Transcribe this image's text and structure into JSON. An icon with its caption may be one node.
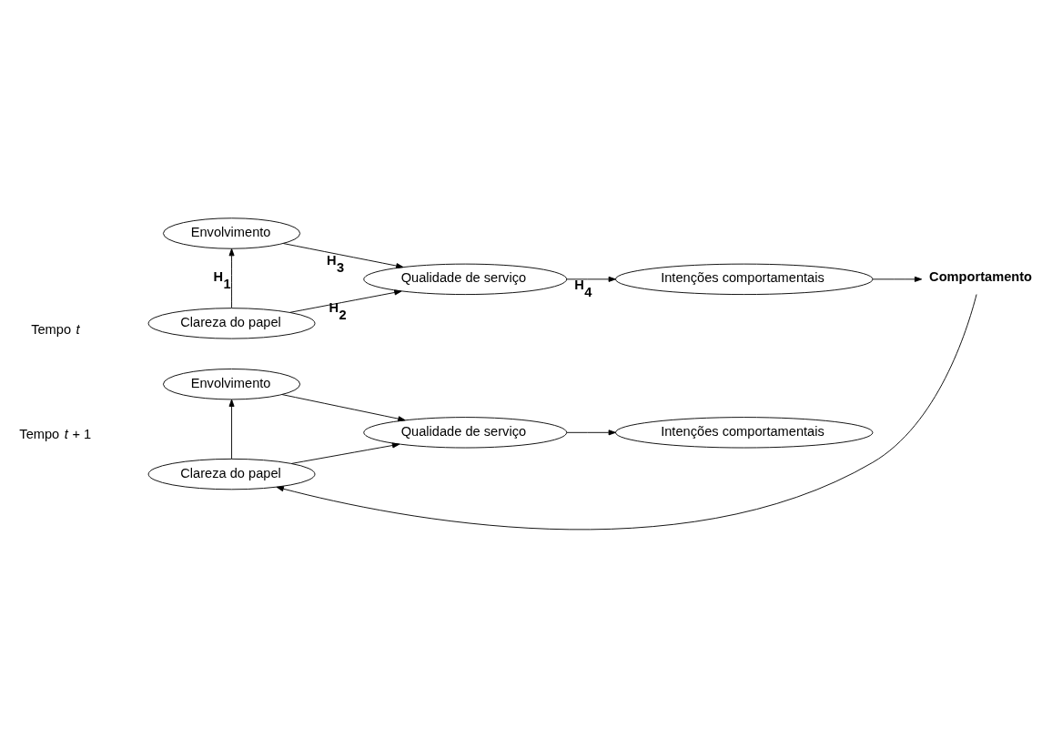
{
  "diagram": {
    "nodes": [
      {
        "text": [
          "Envolvimento"
        ]
      },
      {
        "text": [
          "Qualidade de serviço"
        ]
      },
      {
        "text": [
          "Intenções comportamentais"
        ]
      },
      {
        "text": [
          "Clareza do papel"
        ]
      },
      {
        "text": [
          "Envolvimento"
        ]
      },
      {
        "text": [
          "Qualidade de serviço"
        ]
      },
      {
        "text": [
          "Intenções comportamentais"
        ]
      },
      {
        "text": [
          "Clareza do papel"
        ]
      },
      {
        "text": [
          "Comportamento"
        ]
      }
    ],
    "edges": [
      {
        "from": 3,
        "to": 0,
        "arrow": "to",
        "label": "H$_{1}$"
      },
      {
        "from": 3,
        "to": 1,
        "arrow": "to",
        "label": "H$_{2}$"
      },
      {
        "from": 0,
        "to": 1,
        "arrow": "to",
        "label": "H$_{3}$"
      },
      {
        "from": 1,
        "to": 2,
        "arrow": "to",
        "label": "H$_{4}$"
      },
      {
        "from": 7,
        "to": 4,
        "arrow": "to"
      },
      {
        "from": 7,
        "to": 5,
        "arrow": "to"
      },
      {
        "from": 4,
        "to": 5,
        "arrow": "to"
      },
      {
        "from": 5,
        "to": 6,
        "arrow": "to"
      },
      {
        "from": 2,
        "to": 8,
        "arrow": "to"
      },
      {
        "from": 8,
        "to": 7,
        "arrow": "to"
      }
    ],
    "labels": [
      "Tempo *t*",
      "Tempo *t* + 1"
    ]
  }
}
